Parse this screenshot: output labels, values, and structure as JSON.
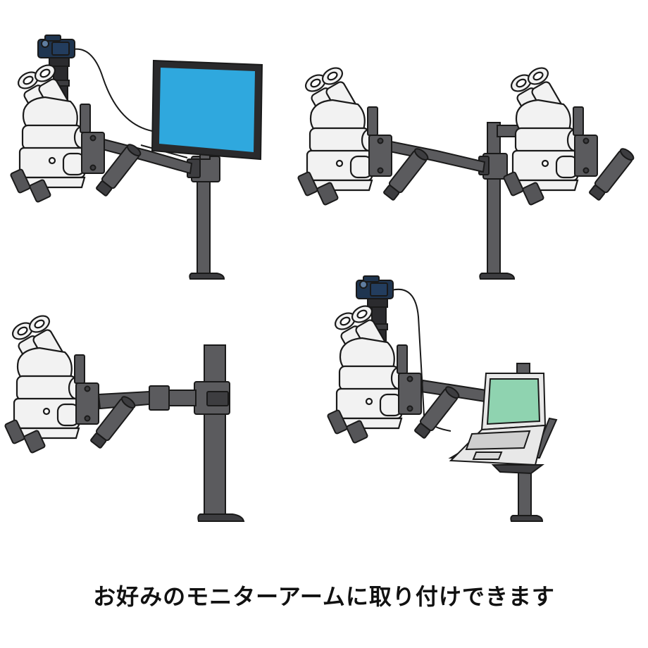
{
  "caption": "お好みのモニターアームに取り付けできます",
  "colors": {
    "arm": "#5b5b5e",
    "arm_dark": "#3d3d40",
    "outline": "#1a1a1a",
    "microscope_body": "#f2f2f2",
    "camera": "#1f3550",
    "monitor_screen": "#2fa8de",
    "laptop_screen": "#8fd3b0",
    "laptop_body": "#e8e8e8"
  },
  "scenes": [
    {
      "id": "monitor-setup",
      "icons": [
        "stereo-microscope-icon",
        "camera-icon",
        "monitor-icon",
        "monitor-arm-icon"
      ]
    },
    {
      "id": "dual-microscope-setup",
      "icons": [
        "stereo-microscope-icon",
        "stereo-microscope-icon",
        "dual-monitor-arm-icon"
      ]
    },
    {
      "id": "single-arm-setup",
      "icons": [
        "stereo-microscope-icon",
        "monitor-arm-icon"
      ]
    },
    {
      "id": "laptop-setup",
      "icons": [
        "stereo-microscope-icon",
        "camera-icon",
        "laptop-icon",
        "laptop-arm-icon"
      ]
    }
  ]
}
